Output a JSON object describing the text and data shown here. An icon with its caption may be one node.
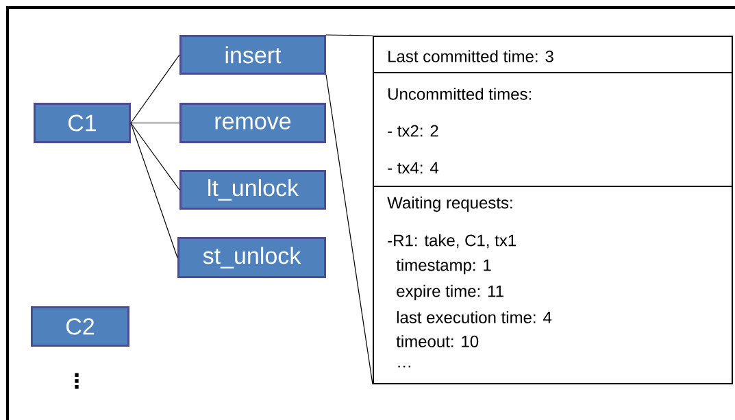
{
  "diagram": {
    "nodes": [
      {
        "text": [
          "C1"
        ]
      },
      {
        "text": [
          "insert"
        ]
      },
      {
        "text": [
          "remove"
        ]
      },
      {
        "text": [
          "lt_unlock"
        ]
      },
      {
        "text": [
          "st_unlock"
        ]
      },
      {
        "text": [
          "C2"
        ]
      },
      {
        "text": [],
        "shape": "box"
      },
      {
        "text": [
          "Last committed time: 3"
        ],
        "in": 6
      },
      {
        "text": [
          "Uncommitted times:",
          "- tx2: 2",
          "- tx4: 4"
        ],
        "in": 6
      },
      {
        "text": [
          "Waiting requests:",
          "-R1: take, C1, tx1",
          "timestamp: 1",
          "expire time: 11",
          "last execution time: 4",
          "timeout: 10",
          "…"
        ],
        "in": 6
      }
    ],
    "edges": [
      {
        "from": 0,
        "to": 1,
        "arrow": "none"
      },
      {
        "from": 0,
        "to": 2,
        "arrow": "none"
      },
      {
        "from": 0,
        "to": 3,
        "arrow": "none"
      },
      {
        "from": 0,
        "to": 4,
        "arrow": "none"
      },
      {
        "from": 1,
        "to": 6,
        "arrow": "none"
      },
      {
        "from": 1,
        "to": 6,
        "arrow": "none"
      }
    ],
    "labels": [
      "⋮"
    ]
  }
}
